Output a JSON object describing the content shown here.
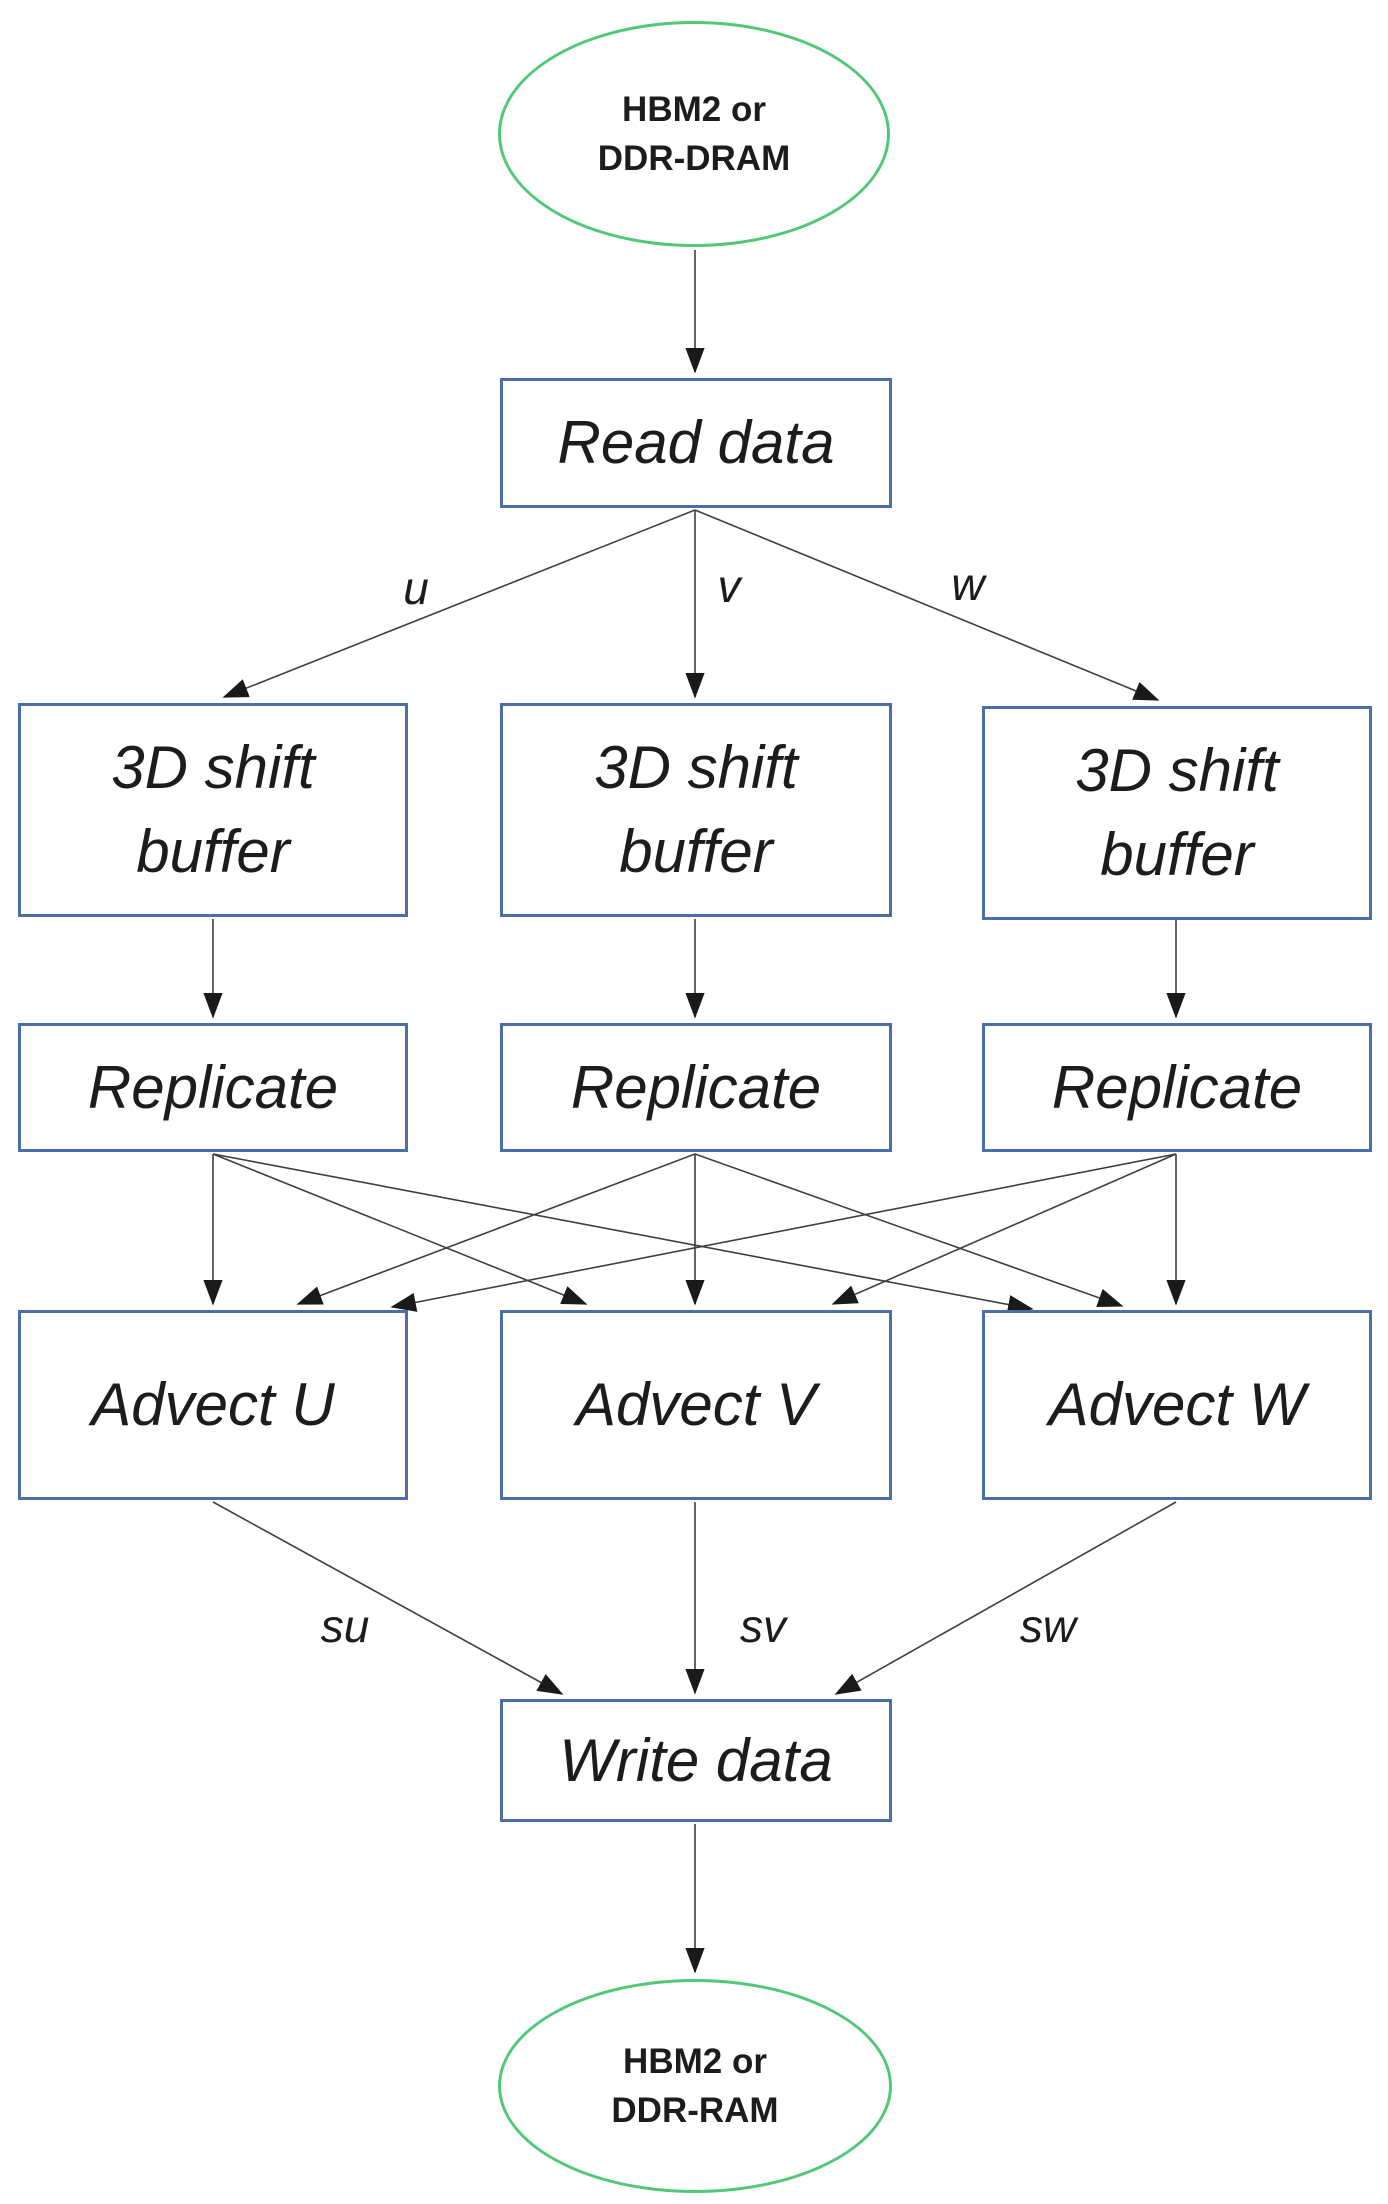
{
  "diagram": {
    "nodes": {
      "memory_top": {
        "line1": "HBM2 or",
        "line2": "DDR-DRAM"
      },
      "read_data": {
        "label": "Read data"
      },
      "shift_buffers": [
        {
          "line1": "3D shift",
          "line2": "buffer"
        },
        {
          "line1": "3D shift",
          "line2": "buffer"
        },
        {
          "line1": "3D shift",
          "line2": "buffer"
        }
      ],
      "replicates": [
        {
          "label": "Replicate"
        },
        {
          "label": "Replicate"
        },
        {
          "label": "Replicate"
        }
      ],
      "advects": [
        {
          "label": "Advect U"
        },
        {
          "label": "Advect V"
        },
        {
          "label": "Advect W"
        }
      ],
      "write_data": {
        "label": "Write data"
      },
      "memory_bottom": {
        "line1": "HBM2 or",
        "line2": "DDR-RAM"
      }
    },
    "edge_labels": {
      "u": "u",
      "v": "v",
      "w": "w",
      "su": "su",
      "sv": "sv",
      "sw": "sw"
    },
    "colors": {
      "process_border": "#4a6fa8",
      "terminal_border": "#50c878",
      "arrow": "#3f3f3f",
      "text": "#1c1c1c"
    }
  }
}
